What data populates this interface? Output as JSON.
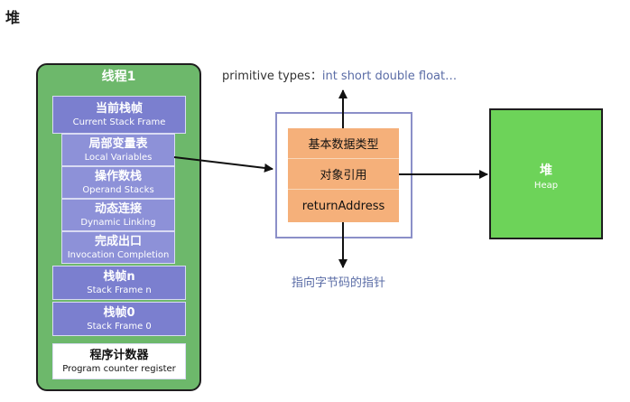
{
  "heading": "堆",
  "thread": {
    "title": "线程1",
    "current_frame": {
      "zh": "当前栈帧",
      "en": "Current Stack Frame"
    },
    "local_vars": {
      "zh": "局部变量表",
      "en": "Local Variables"
    },
    "operand": {
      "zh": "操作数栈",
      "en": "Operand Stacks"
    },
    "dynamic": {
      "zh": "动态连接",
      "en": "Dynamic Linking"
    },
    "invocation": {
      "zh": "完成出口",
      "en": "Invocation Completion"
    },
    "frame_n": {
      "zh": "栈帧n",
      "en": "Stack Frame n"
    },
    "frame_0": {
      "zh": "栈帧0",
      "en": "Stack Frame 0"
    },
    "pc": {
      "zh": "程序计数器",
      "en": "Program counter register"
    }
  },
  "local_vars_detail": {
    "row1": "基本数据类型",
    "row2": "对象引用",
    "row3": "returnAddress"
  },
  "primitive_label": "primitive types：",
  "primitive_values": "int short double float…",
  "pointer_label": "指向字节码的指针",
  "heap": {
    "zh": "堆",
    "en": "Heap"
  },
  "colors": {
    "thread_bg": "#6db86b",
    "frame_bg": "#7b7fcf",
    "orange": "#f5b07a",
    "heap_bg": "#6dd359"
  }
}
